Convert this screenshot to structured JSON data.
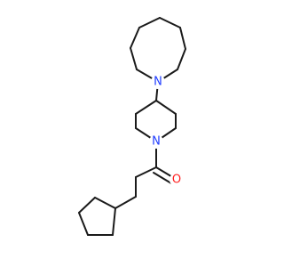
{
  "molecule": {
    "atoms": {
      "azepane_nitrogen": {
        "symbol": "N",
        "color": "#1f3cff"
      },
      "piperidine_nitrogen": {
        "symbol": "N",
        "color": "#1f3cff"
      },
      "carbonyl_oxygen": {
        "symbol": "O",
        "color": "#ff1f1f"
      }
    },
    "bond_color": "#1a1a1a",
    "background": "#ffffff"
  }
}
